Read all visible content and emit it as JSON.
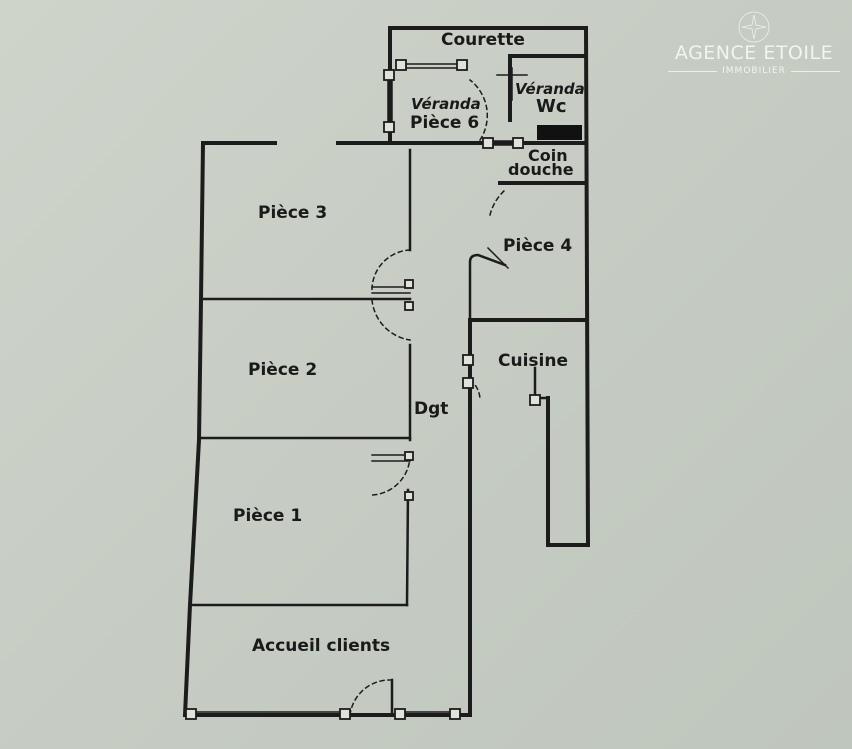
{
  "logo": {
    "name": "AGENCE ETOILE",
    "subtitle": "IMMOBILIER"
  },
  "rooms": {
    "courette": "Courette",
    "veranda_wc_1": "Véranda",
    "veranda_wc_2": "Wc",
    "veranda_p6_1": "Véranda",
    "veranda_p6_2": "Pièce 6",
    "coin_douche_1": "Coin",
    "coin_douche_2": "douche",
    "piece3": "Pièce 3",
    "piece4": "Pièce 4",
    "piece2": "Pièce 2",
    "cuisine": "Cuisine",
    "dgt": "Dgt",
    "piece1": "Pièce 1",
    "accueil": "Accueil clients"
  }
}
